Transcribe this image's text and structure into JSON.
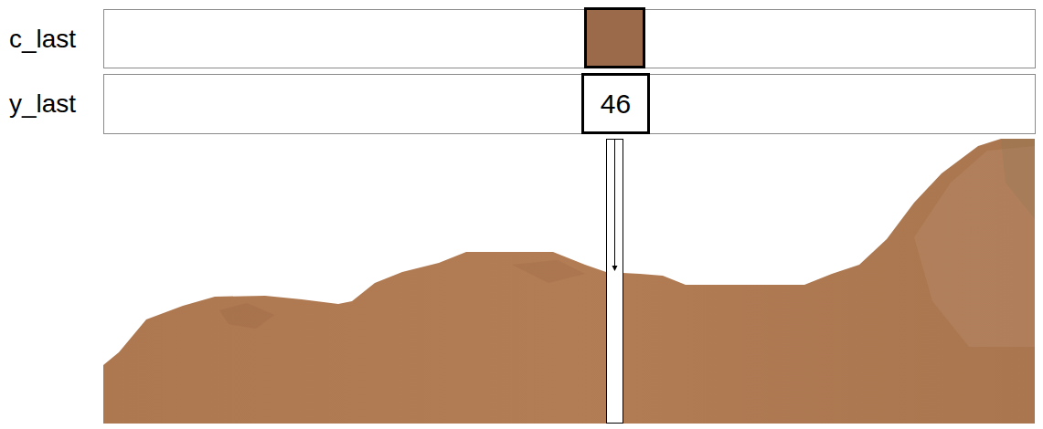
{
  "diagram": {
    "nodes": [
      {
        "text": [
          "c_last"
        ]
      },
      {
        "text": [
          "y_last"
        ]
      },
      {
        "text": [
          "46"
        ],
        "in": 1
      }
    ]
  }
}
